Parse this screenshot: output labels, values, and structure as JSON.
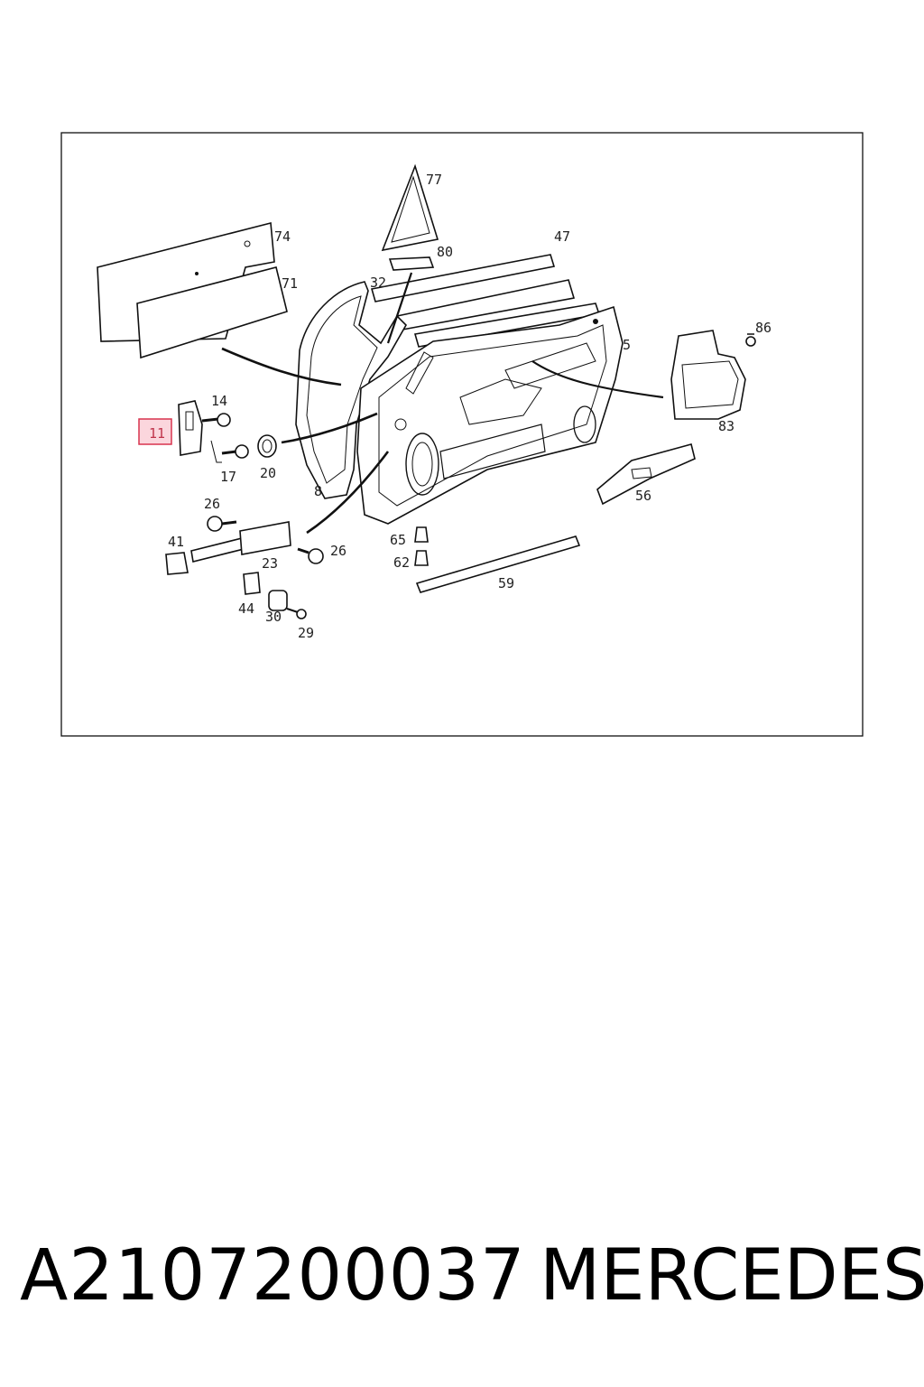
{
  "diagram": {
    "callouts": {
      "n77": "77",
      "n80": "80",
      "n74": "74",
      "n71": "71",
      "n47": "47",
      "n32": "32",
      "n5": "5",
      "n86": "86",
      "n83": "83",
      "n14": "14",
      "n11": "11",
      "n17": "17",
      "n20": "20",
      "n8": "8",
      "n56": "56",
      "n26a": "26",
      "n26b": "26",
      "n41": "41",
      "n23": "23",
      "n65": "65",
      "n62": "62",
      "n59": "59",
      "n44": "44",
      "n30": "30",
      "n29": "29"
    },
    "highlighted_callout": "11",
    "highlight_color": "#d8344f"
  },
  "footer": {
    "part_number": "A2107200037",
    "brand": "MERCEDES"
  }
}
